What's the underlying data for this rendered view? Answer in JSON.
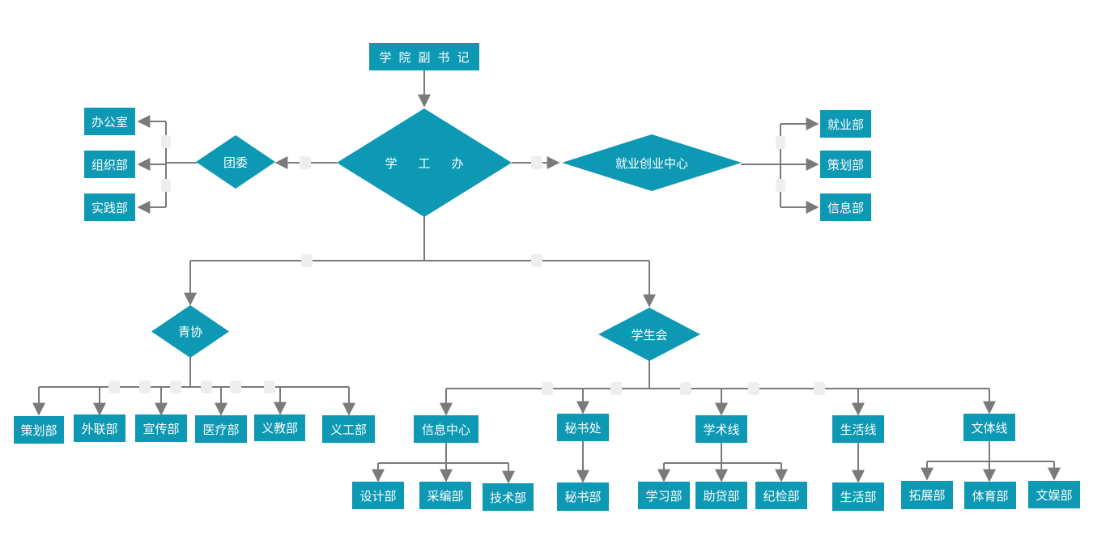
{
  "colors": {
    "node_fill": "#0d98b4",
    "node_text": "#ffffff",
    "connector": "#7a7a7a",
    "page_bg": "#ffffff"
  },
  "top": {
    "deputy_secretary": "学院副书记",
    "student_affairs_office": "学工办"
  },
  "youth_league": {
    "name": "团委",
    "departments": [
      "办公室",
      "组织部",
      "实践部"
    ]
  },
  "employment_center": {
    "name": "就业创业中心",
    "departments": [
      "就业部",
      "策划部",
      "信息部"
    ]
  },
  "youth_association": {
    "name": "青协",
    "departments": [
      "策划部",
      "外联部",
      "宣传部",
      "医疗部",
      "义教部",
      "义工部"
    ]
  },
  "student_union": {
    "name": "学生会",
    "branches": [
      {
        "name": "信息中心",
        "departments": [
          "设计部",
          "采编部",
          "技术部"
        ]
      },
      {
        "name": "秘书处",
        "departments": [
          "秘书部"
        ]
      },
      {
        "name": "学术线",
        "departments": [
          "学习部",
          "助贷部",
          "纪检部"
        ]
      },
      {
        "name": "生活线",
        "departments": [
          "生活部"
        ]
      },
      {
        "name": "文体线",
        "departments": [
          "拓展部",
          "体育部",
          "文娱部"
        ]
      }
    ]
  }
}
